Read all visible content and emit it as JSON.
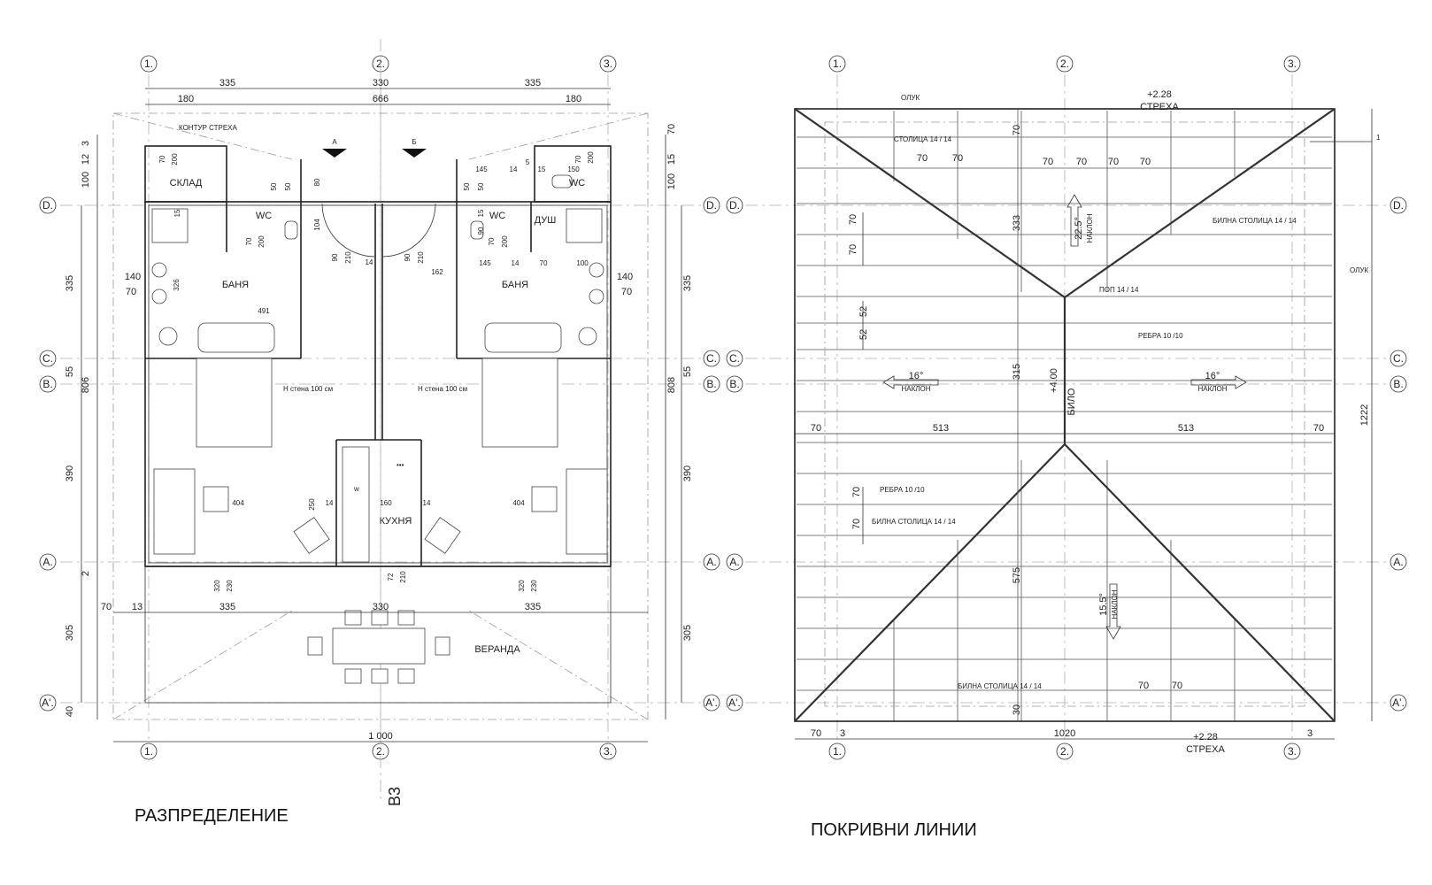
{
  "titles": {
    "plan": "РАЗПРЕДЕЛЕНИЕ",
    "roof": "ПОКРИВНИ ЛИНИИ",
    "section": "В3"
  },
  "axes": {
    "col1": "1.",
    "col2": "2.",
    "col3": "3.",
    "rowD": "D.",
    "rowC": "C.",
    "rowB": "B.",
    "rowA": "A.",
    "rowA2": "A'."
  },
  "plan": {
    "rooms": {
      "sklad": "СКЛАД",
      "wc_left": "WC",
      "wc_right_top": "WC",
      "wc_right": "WC",
      "dush": "ДУШ",
      "banya_left": "БАНЯ",
      "banya_right": "БАНЯ",
      "kuhnya": "КУХНЯ",
      "veranda": "ВЕРАНДА"
    },
    "notes": {
      "kontur": "КОНТУР СТРЕХА",
      "wall_left": "Н стена 100 см",
      "wall_right": "Н стена 100 см",
      "sec_a": "А",
      "sec_b": "Б",
      "oven_mark": "w",
      "hob_dots": "•••"
    },
    "dims_top": {
      "d335a": "335",
      "d330": "330",
      "d335b": "335",
      "d180a": "180",
      "d666": "666",
      "d180b": "180"
    },
    "dims_left": {
      "d3": "3",
      "d12": "12",
      "d100": "100",
      "d335": "335",
      "d55": "55",
      "d806": "806",
      "d390": "390",
      "d2": "2",
      "d305": "305",
      "d40": "40"
    },
    "dims_right": {
      "d70": "70",
      "d15": "15",
      "d100": "100",
      "d335": "335",
      "d55": "55",
      "d808": "808",
      "d390": "390",
      "d305": "305"
    },
    "dims_bottom": {
      "d70": "70",
      "d13": "13",
      "d335a": "335",
      "d330": "330",
      "d335b": "335",
      "d1000": "1 000"
    },
    "dims_inner": {
      "i70a": "70",
      "i200a": "200",
      "i15a": "15",
      "i50a": "50",
      "i50b": "50",
      "i80": "80",
      "i104": "104",
      "i70b": "70",
      "i200b": "200",
      "i90a": "90",
      "i210a": "210",
      "i14a": "14",
      "i90b": "90",
      "i210b": "210",
      "i162": "162",
      "i145a": "145",
      "i14b": "14",
      "i5": "5",
      "i15b": "15",
      "i150": "150",
      "i70c": "70",
      "i200c": "200",
      "i50c": "50",
      "i50d": "50",
      "i15c": "15",
      "i90c": "90",
      "i70d": "70",
      "i200d": "200",
      "i145b": "145",
      "i14c": "14",
      "i70e": "70",
      "i100": "100",
      "i140a": "140",
      "i70f": "70",
      "i326": "326",
      "i140b": "140",
      "i70g": "70",
      "i491": "491",
      "i404a": "404",
      "i250": "250",
      "i14d": "14",
      "i160": "160",
      "i14e": "14",
      "i404b": "404",
      "i72": "72",
      "i210c": "210",
      "i320a": "320",
      "i230a": "230",
      "i320b": "320",
      "i230b": "230"
    }
  },
  "roof": {
    "notes": {
      "oluk_top": "ОЛУК",
      "oluk_right": "ОЛУК",
      "elev_top": "+2.28",
      "streha_top": "СТРЕХА",
      "elev_bot": "+2.28",
      "streha_bot": "СТРЕХА",
      "stolica": "СТОЛИЦА 14 / 14",
      "bilna_tr": "БИЛНА СТОЛИЦА 14 / 14",
      "bilna_ml": "БИЛНА СТОЛИЦА 14 / 14",
      "bilna_bl": "БИЛНА СТОЛИЦА 14 / 14",
      "pop": "ПОП  14 / 14",
      "rebra1": "РЕБРА 10 /10",
      "rebra2": "РЕБРА 10 /10",
      "bilo": "БИЛО",
      "elev_mid": "+4.00",
      "slope_top": "22.5°",
      "slope_top_n": "НАКЛОН",
      "slope_l": "16°",
      "slope_l_n": "НАКЛОН",
      "slope_r": "16°",
      "slope_r_n": "НАКЛОН",
      "slope_bot": "15.5°",
      "slope_bot_n": "НАКЛОН",
      "tick_one": "1"
    },
    "dims": {
      "r70a": "70",
      "r70b": "70",
      "r70c": "70",
      "r70d": "70",
      "r70e": "70",
      "r70f": "70",
      "r333": "333",
      "r70g": "70",
      "r70h": "70",
      "r70v": "70",
      "r52a": "52",
      "r52b": "52",
      "r315": "315",
      "r70i": "70",
      "r513a": "513",
      "r513b": "513",
      "r70j": "70",
      "r1222": "1222",
      "r70k": "70",
      "r70l": "70",
      "r575": "575",
      "r70m": "70",
      "r70n": "70",
      "r30": "30",
      "r70o": "70",
      "r3a": "3",
      "r1020": "1020",
      "r3b": "3"
    }
  }
}
